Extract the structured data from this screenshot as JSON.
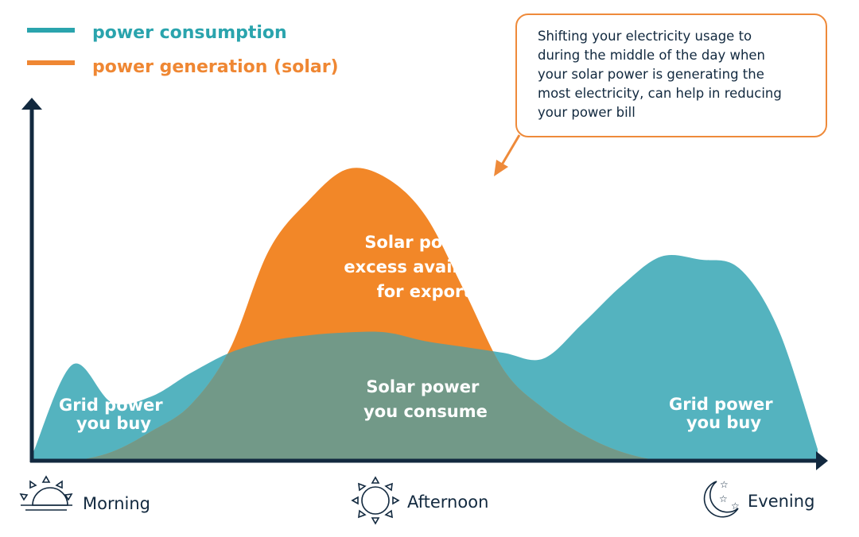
{
  "colors": {
    "consumption": "#54b3bf",
    "generation": "#f28728",
    "overlap": "#729988",
    "axis": "#12293f",
    "callout_border": "#ee8a3a"
  },
  "legend": [
    {
      "label": "power consumption",
      "color": "#2aa4ad"
    },
    {
      "label": "power generation (solar)",
      "color": "#ef8733"
    }
  ],
  "callout": {
    "lines": [
      "Shifting your electricity usage to",
      "during the middle of the day when",
      "your solar power is generating the",
      "most electricity, can help in reducing",
      "your power bill"
    ]
  },
  "regions": {
    "grid_morning": [
      "Grid power",
      "you buy"
    ],
    "solar_excess": [
      "Solar power",
      "excess available",
      "for export"
    ],
    "solar_consumed": [
      "Solar power",
      "you consume"
    ],
    "grid_evening": [
      "Grid power",
      "you buy"
    ]
  },
  "times": [
    {
      "label": "Morning",
      "icon": "sunrise-icon"
    },
    {
      "label": "Afternoon",
      "icon": "sun-icon"
    },
    {
      "label": "Evening",
      "icon": "moon-stars-icon"
    }
  ],
  "chart_data": {
    "type": "area",
    "x": [
      0,
      0.05,
      0.1,
      0.15,
      0.2,
      0.25,
      0.3,
      0.35,
      0.4,
      0.45,
      0.5,
      0.55,
      0.6,
      0.65,
      0.7,
      0.75,
      0.8,
      0.85,
      0.9,
      0.95,
      1.0
    ],
    "xlim": [
      0,
      1
    ],
    "ylim": [
      0,
      1
    ],
    "x_ticks": [
      "Morning",
      "Afternoon",
      "Evening"
    ],
    "series": [
      {
        "name": "power consumption",
        "values": [
          0.03,
          0.33,
          0.2,
          0.22,
          0.3,
          0.37,
          0.41,
          0.43,
          0.44,
          0.44,
          0.41,
          0.39,
          0.37,
          0.35,
          0.47,
          0.6,
          0.7,
          0.69,
          0.66,
          0.45,
          0.04
        ]
      },
      {
        "name": "power generation (solar)",
        "values": [
          0,
          0,
          0.03,
          0.1,
          0.19,
          0.38,
          0.72,
          0.89,
          1.0,
          0.97,
          0.84,
          0.58,
          0.31,
          0.18,
          0.09,
          0.03,
          0,
          0,
          0,
          0,
          0
        ]
      }
    ]
  }
}
